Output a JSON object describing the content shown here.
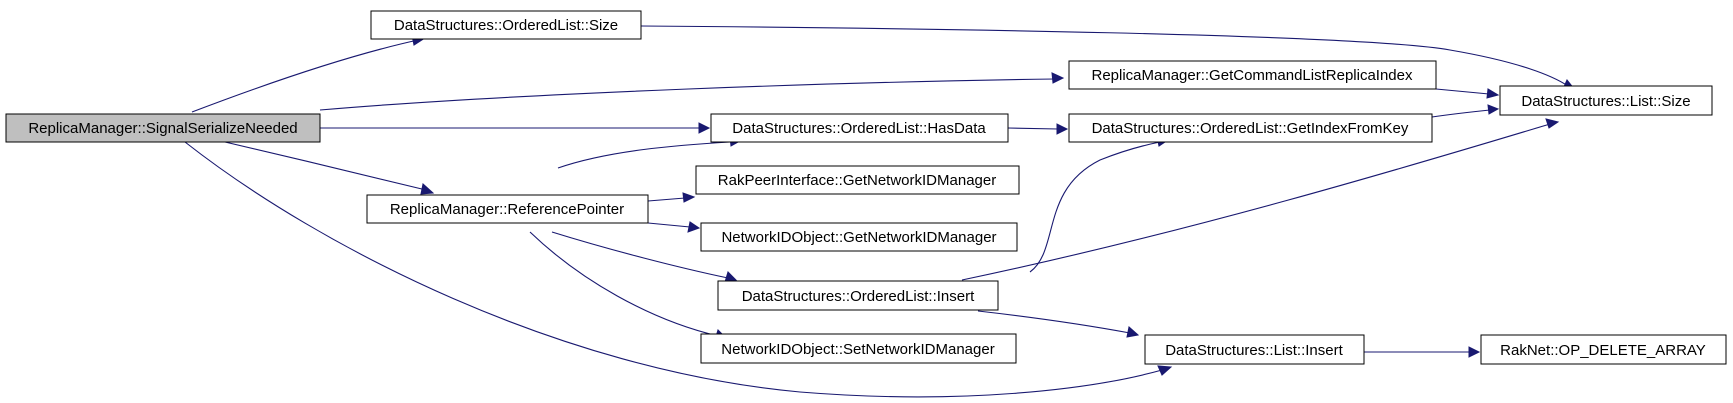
{
  "nodes": [
    {
      "id": "n0",
      "label": "ReplicaManager::SignalSerializeNeeded",
      "root": true
    },
    {
      "id": "n1",
      "label": "DataStructures::OrderedList::Size"
    },
    {
      "id": "n2",
      "label": "ReplicaManager::GetCommandListReplicaIndex"
    },
    {
      "id": "n3",
      "label": "DataStructures::List::Size"
    },
    {
      "id": "n4",
      "label": "DataStructures::OrderedList::HasData"
    },
    {
      "id": "n5",
      "label": "DataStructures::OrderedList::GetIndexFromKey"
    },
    {
      "id": "n6",
      "label": "ReplicaManager::ReferencePointer"
    },
    {
      "id": "n7",
      "label": "RakPeerInterface::GetNetworkIDManager"
    },
    {
      "id": "n8",
      "label": "NetworkIDObject::GetNetworkIDManager"
    },
    {
      "id": "n9",
      "label": "DataStructures::OrderedList::Insert"
    },
    {
      "id": "n10",
      "label": "NetworkIDObject::SetNetworkIDManager"
    },
    {
      "id": "n11",
      "label": "DataStructures::List::Insert"
    },
    {
      "id": "n12",
      "label": "RakNet::OP_DELETE_ARRAY"
    }
  ],
  "edges": [
    {
      "from": "n0",
      "to": "n1"
    },
    {
      "from": "n0",
      "to": "n2"
    },
    {
      "from": "n0",
      "to": "n4"
    },
    {
      "from": "n0",
      "to": "n6"
    },
    {
      "from": "n0",
      "to": "n11"
    },
    {
      "from": "n1",
      "to": "n3"
    },
    {
      "from": "n2",
      "to": "n3"
    },
    {
      "from": "n4",
      "to": "n5"
    },
    {
      "from": "n5",
      "to": "n3"
    },
    {
      "from": "n6",
      "to": "n4"
    },
    {
      "from": "n6",
      "to": "n7"
    },
    {
      "from": "n6",
      "to": "n8"
    },
    {
      "from": "n6",
      "to": "n9"
    },
    {
      "from": "n6",
      "to": "n10"
    },
    {
      "from": "n9",
      "to": "n3"
    },
    {
      "from": "n9",
      "to": "n5"
    },
    {
      "from": "n9",
      "to": "n11"
    },
    {
      "from": "n11",
      "to": "n12"
    }
  ]
}
